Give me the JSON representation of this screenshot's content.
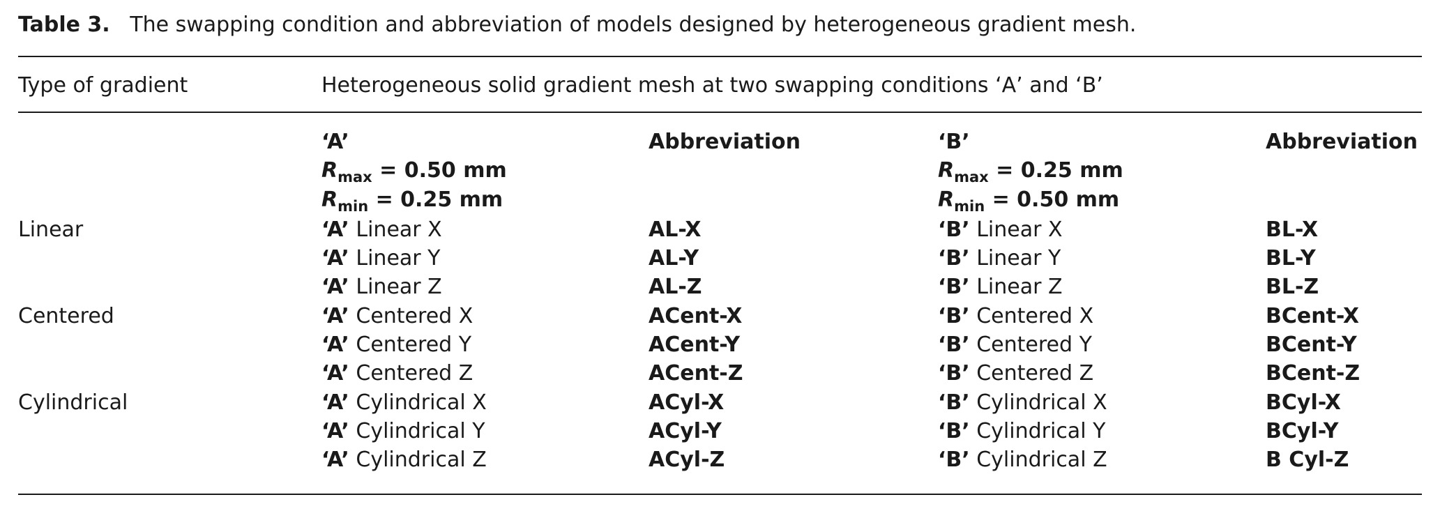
{
  "caption": {
    "label": "Table 3.",
    "text": "The swapping condition and abbreviation of models designed by heterogeneous gradient mesh."
  },
  "header": {
    "col1": "Type of gradient",
    "col2": "Heterogeneous solid gradient mesh at two swapping conditions ‘A’ and ‘B’"
  },
  "subheader": {
    "a_label": "‘A’",
    "a_rmax_sub": "max",
    "a_rmax_value": "= 0.50 mm",
    "a_rmin_sub": "min",
    "a_rmin_value": "= 0.25 mm",
    "abbr_a": "Abbreviation",
    "b_label": "‘B’",
    "b_rmax_sub": "max",
    "b_rmax_value": "= 0.25 mm",
    "b_rmin_sub": "min",
    "b_rmin_value": "= 0.50 mm",
    "abbr_b": "Abbreviation",
    "r_symbol": "R"
  },
  "rows": [
    {
      "type": "Linear",
      "a_prefix": "‘A’",
      "a_name": "Linear X",
      "a_abbr": "AL-X",
      "b_prefix": "‘B’",
      "b_name": "Linear X",
      "b_abbr": "BL-X"
    },
    {
      "type": "",
      "a_prefix": "‘A’",
      "a_name": "Linear Y",
      "a_abbr": "AL-Y",
      "b_prefix": "‘B’",
      "b_name": "Linear Y",
      "b_abbr": "BL-Y"
    },
    {
      "type": "",
      "a_prefix": "‘A’",
      "a_name": "Linear Z",
      "a_abbr": "AL-Z",
      "b_prefix": "‘B’",
      "b_name": "Linear Z",
      "b_abbr": "BL-Z"
    },
    {
      "type": "Centered",
      "a_prefix": "‘A’",
      "a_name": "Centered X",
      "a_abbr": "ACent-X",
      "b_prefix": "‘B’",
      "b_name": "Centered X",
      "b_abbr": "BCent-X"
    },
    {
      "type": "",
      "a_prefix": "‘A’",
      "a_name": "Centered Y",
      "a_abbr": "ACent-Y",
      "b_prefix": "‘B’",
      "b_name": "Centered Y",
      "b_abbr": "BCent-Y"
    },
    {
      "type": "",
      "a_prefix": "‘A’",
      "a_name": "Centered Z",
      "a_abbr": "ACent-Z",
      "b_prefix": "‘B’",
      "b_name": "Centered Z",
      "b_abbr": "BCent-Z"
    },
    {
      "type": "Cylindrical",
      "a_prefix": "‘A’",
      "a_name": "Cylindrical X",
      "a_abbr": "ACyl-X",
      "b_prefix": "‘B’",
      "b_name": "Cylindrical X",
      "b_abbr": "BCyl-X"
    },
    {
      "type": "",
      "a_prefix": "‘A’",
      "a_name": "Cylindrical Y",
      "a_abbr": "ACyl-Y",
      "b_prefix": "‘B’",
      "b_name": "Cylindrical Y",
      "b_abbr": "BCyl-Y"
    },
    {
      "type": "",
      "a_prefix": "‘A’",
      "a_name": "Cylindrical Z",
      "a_abbr": "ACyl-Z",
      "b_prefix": "‘B’",
      "b_name": "Cylindrical Z",
      "b_abbr": "B Cyl-Z"
    }
  ]
}
